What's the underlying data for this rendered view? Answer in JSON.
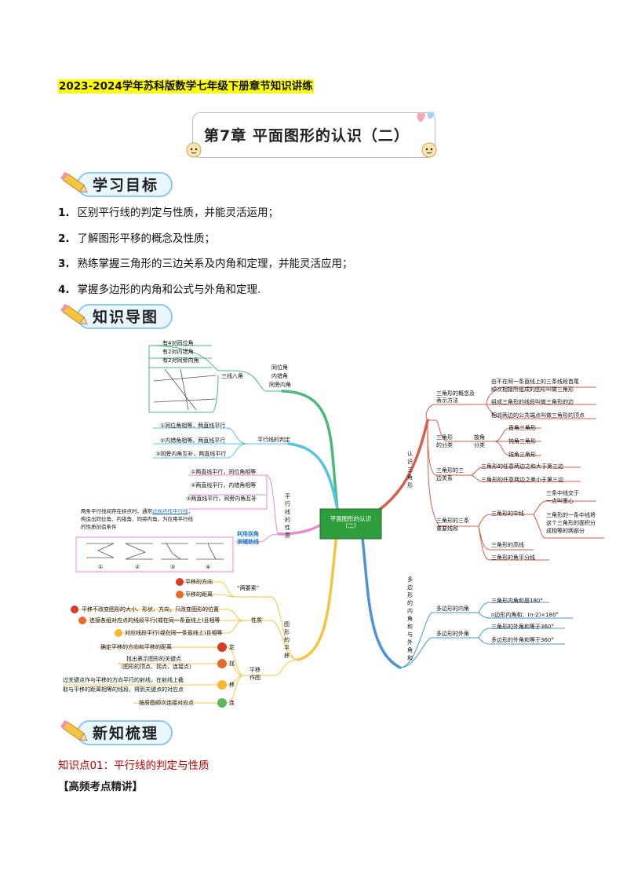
{
  "header": {
    "top_title": "2023-2024学年苏科版数学七年级下册章节知识讲练",
    "chapter_title": "第7章 平面图形的认识（二）"
  },
  "sections": {
    "goals_title": "学习目标",
    "map_title": "知识导图",
    "review_title": "新知梳理"
  },
  "goals": [
    {
      "num": "1.",
      "text": "区别平行线的判定与性质，并能灵活运用；"
    },
    {
      "num": "2.",
      "text": "了解图形平移的概念及性质；"
    },
    {
      "num": "3.",
      "text": "熟练掌握三角形的三边关系及内角和定理，并能灵活应用；"
    },
    {
      "num": "4.",
      "text": "掌握多边形的内角和公式与外角和定理."
    }
  ],
  "mindmap": {
    "center": "平面图形的认识（二）",
    "b1_label": "三线八角",
    "b1_types": [
      "同位角",
      "内错角",
      "同旁内角"
    ],
    "b1_counts": [
      "有4对同位角",
      "有2对内错角",
      "有2对同旁内角"
    ],
    "b2_label": "平行线的判定",
    "b2_items": [
      "①同位角相等，两直线平行",
      "②内错角相等，两直线平行",
      "③同旁内角互补，两直线平行"
    ],
    "b3_label": "平行线的性质",
    "b3_items": [
      "①两直线平行，同位角相等",
      "②两直线平行，内错角相等",
      "③两直线平行，同旁内角互补"
    ],
    "b3_note_a": "两条平行线间存在拐点时，通常",
    "b3_note_b": "过拐点作平行线",
    "b3_note_c": "，",
    "b3_note_line2": "构造出同位角、内错角、同旁内角，为应用平行线",
    "b3_note_line3": "的性质创造条件",
    "b3_aux_line1": "利用拐角",
    "b3_aux_line2": "添辅助线",
    "b3_fig_nums": [
      "①",
      "②",
      "③",
      "④"
    ],
    "b4_label": "图形的平移",
    "b4_two": "“两要素”",
    "b4_two_items": [
      "平移的方向",
      "平移的距离"
    ],
    "b4_prop": "性质",
    "b4_prop_items": [
      "平移不改变图形的大小、形状、方向，只改变图形的位置",
      "连接各组对应点的线段平行(或在同一条直线上)且相等",
      "对应线段平行(或在同一条直线上)且相等"
    ],
    "b4_draw": "平移作图",
    "b4_steps": [
      "定",
      "找",
      "移",
      "连"
    ],
    "b4_step_texts": [
      "确定平移的方向和平移的距离",
      "找出表示图形的关键点",
      "（图形的顶点、拐点、连接点）",
      "过关键点作与平移的方向平行的射线，在射线上截",
      "取与平移的距离相等的线段，得到关键点的对应点",
      "按原图顺次连接对应点"
    ],
    "r1_label": "认识三角形",
    "r1_concept": "三角形的概念及表示方法",
    "r1_concept_items": [
      "由不在同一条直线上的三条线段首尾",
      "顺次相接所组成的图形叫做三角形",
      "组成三角形的线段叫做三角形的边",
      "相邻两边的公共端点叫做三角形的顶点"
    ],
    "r1_class": "三角形的分类",
    "r1_class_sub": "按角分类",
    "r1_class_items": [
      "直角三角形",
      "钝角三角形",
      "锐角三角形"
    ],
    "r1_side": "三角形的三边关系",
    "r1_side_items": [
      "三角形的任意两边之和大于第三边",
      "三角形的任意两边之差小于第三边"
    ],
    "r1_seg": "三角形的三条重要线段",
    "r1_median": "三角形的中线",
    "r1_median_items": [
      "三条中线交于",
      "一点叫重心",
      "三角形的一条中线将",
      "这个三角形的面积分",
      "成相等的两部分"
    ],
    "r1_alt": "三角形的高线",
    "r1_bis": "三角形的角平分线",
    "r2_label": "多边形的内角和与外角和",
    "r2_inner": "多边形的内角",
    "r2_inner_items": [
      "三角形内角和是180°",
      "n边形内角和：(n-2)×180°"
    ],
    "r2_outer": "多边形的外角",
    "r2_outer_items": [
      "三角形的外角和等于360°",
      "多边形的外角和等于360°"
    ]
  },
  "knowledge": {
    "point_title": "知识点01：平行线的判定与性质",
    "sub_title": "【高频考点精讲】"
  }
}
